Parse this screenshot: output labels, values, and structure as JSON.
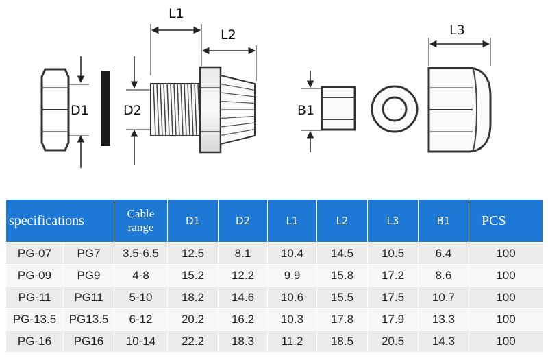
{
  "diagram": {
    "labels": {
      "L1": "L1",
      "L2": "L2",
      "L3": "L3",
      "D1": "D1",
      "D2": "D2",
      "B1": "B1"
    }
  },
  "table": {
    "headers": [
      "specifications",
      "",
      "Cable\nrange",
      "D1",
      "D2",
      "L1",
      "L2",
      "L3",
      "B1",
      "PCS"
    ],
    "rows": [
      [
        "PG-07",
        "PG7",
        "3.5-6.5",
        "12.5",
        "8.1",
        "10.4",
        "14.5",
        "10.5",
        "6.4",
        "100"
      ],
      [
        "PG-09",
        "PG9",
        "4-8",
        "15.2",
        "12.2",
        "9.9",
        "15.8",
        "17.2",
        "8.6",
        "100"
      ],
      [
        "PG-11",
        "PG11",
        "5-10",
        "18.2",
        "14.6",
        "10.6",
        "15.5",
        "17.5",
        "10.7",
        "100"
      ],
      [
        "PG-13.5",
        "PG13.5",
        "6-12",
        "20.2",
        "16.2",
        "10.3",
        "17.8",
        "17.9",
        "13.3",
        "100"
      ],
      [
        "PG-16",
        "PG16",
        "10-14",
        "22.2",
        "18.3",
        "11.2",
        "18.5",
        "20.5",
        "14.3",
        "100"
      ]
    ]
  },
  "colors": {
    "header": "#1e78d6",
    "row_odd": "#ebebeb",
    "row_even": "#f7f7f7"
  }
}
